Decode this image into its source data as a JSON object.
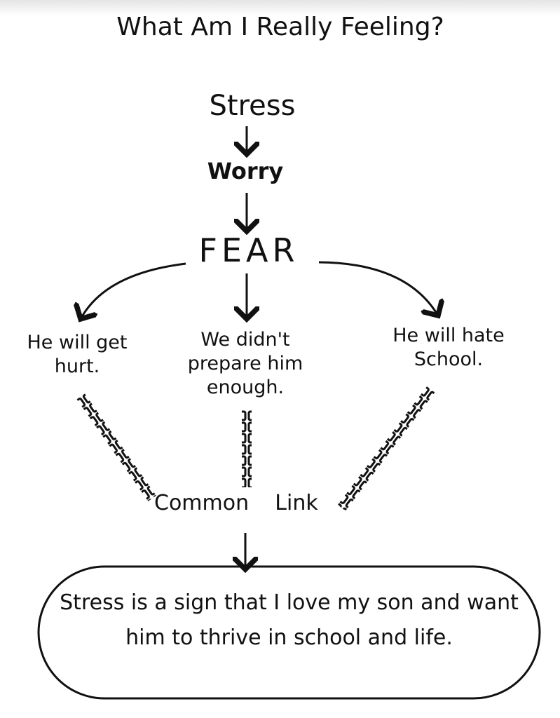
{
  "title": "What Am I Really Feeling?",
  "chain": [
    "Stress",
    "Worry",
    "FEAR"
  ],
  "branches": [
    {
      "text": "He will get hurt."
    },
    {
      "text": "We didn't prepare him enough."
    },
    {
      "text": "He will hate School."
    }
  ],
  "common_link": {
    "word1": "Common",
    "word2": "Link"
  },
  "conclusion": "Stress is a sign that I love my son and want him to thrive in school and life."
}
